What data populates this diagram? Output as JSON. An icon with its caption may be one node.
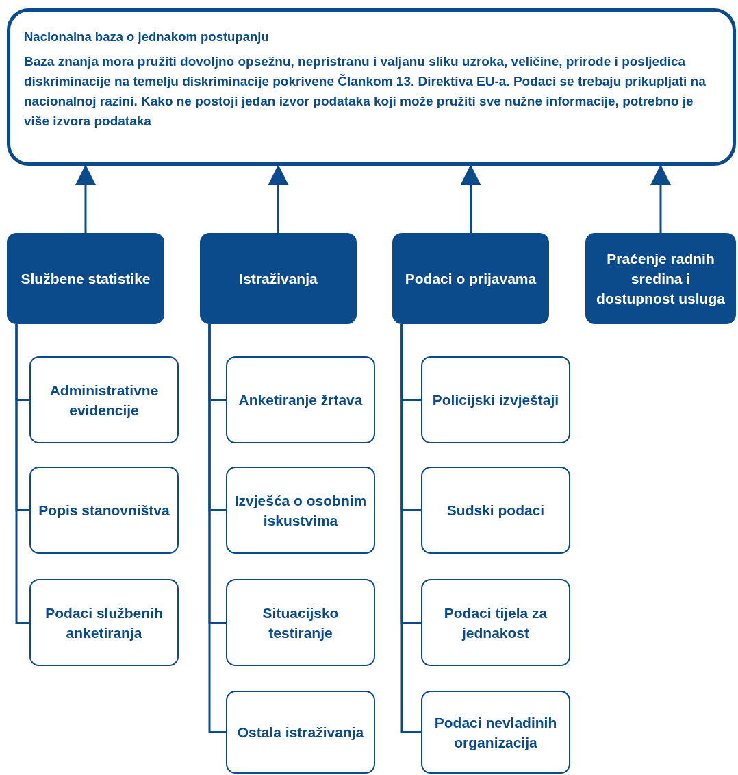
{
  "diagram": {
    "nodes": [
      {
        "text": [
          "Nacionalna baza o jednakom postupanju",
          "Baza znanja mora pružiti dovoljno opsežnu, nepristranu i valjanu sliku uzroka, veličine, prirode i posljedica diskriminacije na temelju diskriminacije pokrivene Člankom 13. Direktiva EU-a. Podaci se trebaju prikupljati na nacionalnoj razini. Kako ne postoji jedan izvor podataka koji može pružiti sve nužne informacije, potrebno je više izvora podataka"
        ]
      },
      {
        "text": [
          "Službene statistike"
        ]
      },
      {
        "text": [
          "Istraživanja"
        ]
      },
      {
        "text": [
          "Podaci o prijavama"
        ]
      },
      {
        "text": [
          "Praćenje radnih sredina i dostupnost usluga"
        ]
      },
      {
        "text": [
          "Administrativne evidencije"
        ]
      },
      {
        "text": [
          "Popis stanovništva"
        ]
      },
      {
        "text": [
          "Podaci službenih anketiranja"
        ]
      },
      {
        "text": [
          "Anketiranje žrtava"
        ]
      },
      {
        "text": [
          "Izvješća o osobnim iskustvima"
        ]
      },
      {
        "text": [
          "Situacijsko testiranje"
        ]
      },
      {
        "text": [
          "Ostala istraživanja"
        ]
      },
      {
        "text": [
          "Policijski izvještaji"
        ]
      },
      {
        "text": [
          "Sudski podaci"
        ]
      },
      {
        "text": [
          "Podaci tijela za jednakost"
        ]
      },
      {
        "text": [
          "Podaci nevladinih organizacija"
        ]
      }
    ],
    "edges": [
      {
        "from": 1,
        "to": 0,
        "arrow": "to"
      },
      {
        "from": 2,
        "to": 0,
        "arrow": "to"
      },
      {
        "from": 3,
        "to": 0,
        "arrow": "to"
      },
      {
        "from": 4,
        "to": 0,
        "arrow": "to"
      },
      {
        "from": 1,
        "to": 5,
        "arrow": "none"
      },
      {
        "from": 1,
        "to": 6,
        "arrow": "none"
      },
      {
        "from": 1,
        "to": 7,
        "arrow": "none"
      },
      {
        "from": 2,
        "to": 8,
        "arrow": "none"
      },
      {
        "from": 2,
        "to": 9,
        "arrow": "none"
      },
      {
        "from": 2,
        "to": 10,
        "arrow": "none"
      },
      {
        "from": 2,
        "to": 11,
        "arrow": "none"
      },
      {
        "from": 3,
        "to": 12,
        "arrow": "none"
      },
      {
        "from": 3,
        "to": 13,
        "arrow": "none"
      },
      {
        "from": 3,
        "to": 14,
        "arrow": "none"
      },
      {
        "from": 3,
        "to": 15,
        "arrow": "none"
      }
    ]
  }
}
